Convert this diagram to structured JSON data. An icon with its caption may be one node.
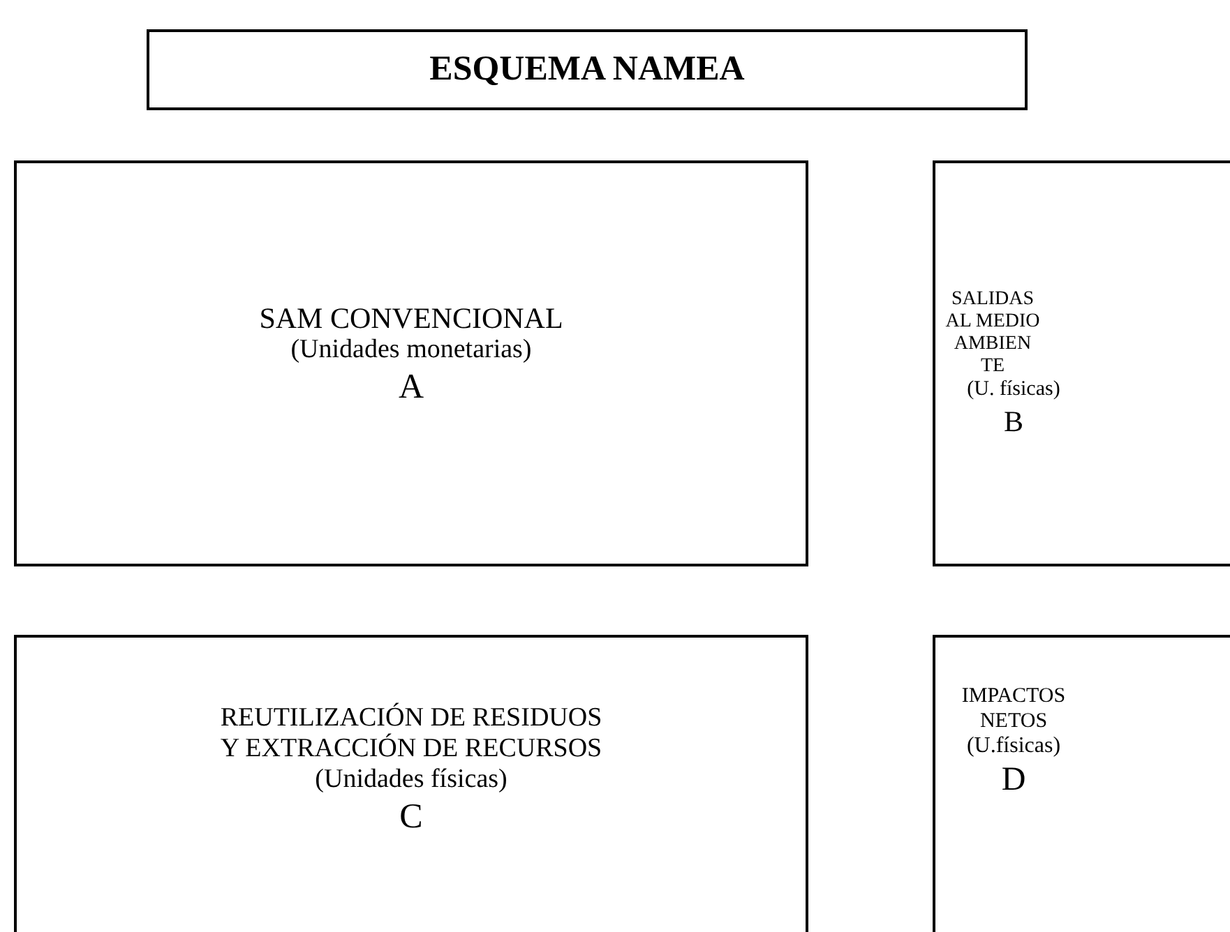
{
  "diagram": {
    "nodes": [
      {
        "text": [
          "ESQUEMA NAMEA"
        ]
      },
      {
        "text": [
          "SAM CONVENCIONAL",
          "(Unidades monetarias)",
          "A"
        ]
      },
      {
        "text": [
          "SALIDAS AL MEDIO AMBIEN TE",
          "(U. físicas)",
          "B"
        ]
      },
      {
        "text": [
          "REUTILIZACIÓN DE RESIDUOS Y EXTRACCIÓN DE RECURSOS",
          "(Unidades físicas)",
          "C"
        ]
      },
      {
        "text": [
          "IMPACTOS NETOS",
          "(U.físicas)",
          "D"
        ]
      }
    ]
  }
}
